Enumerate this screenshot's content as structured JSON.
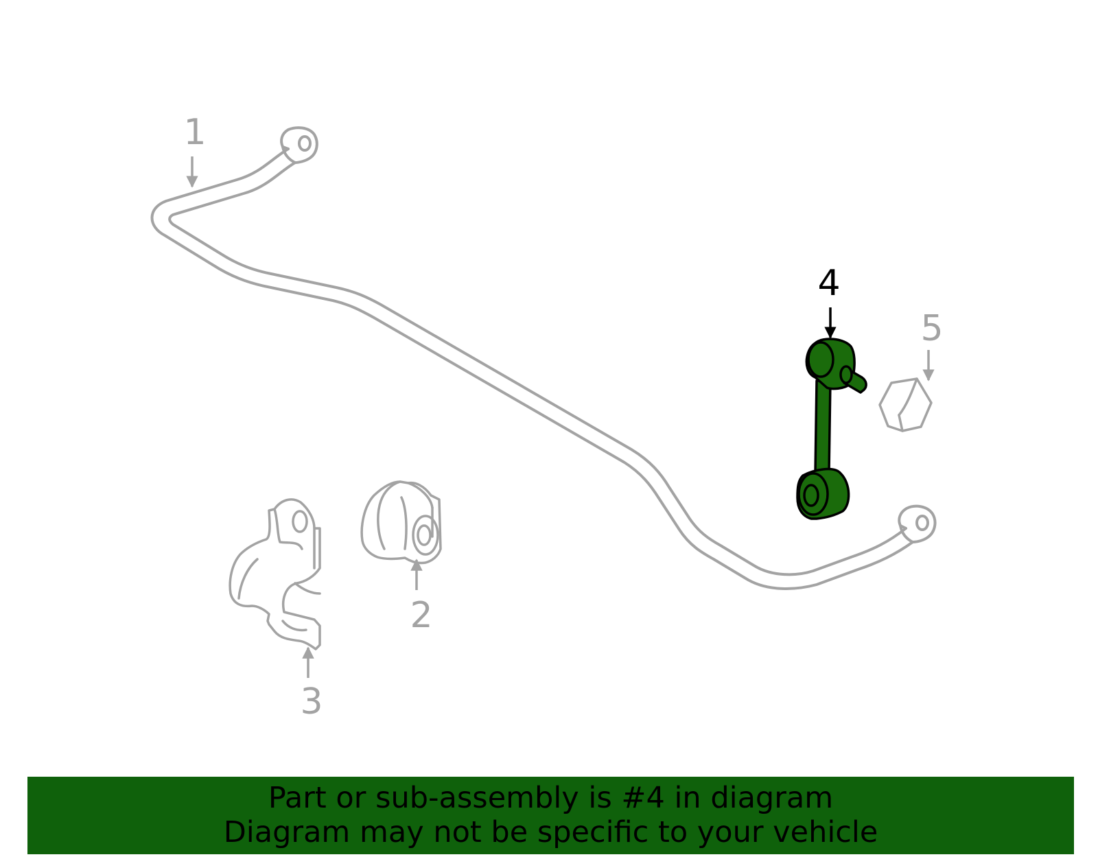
{
  "colors": {
    "outline": "#a3a3a3",
    "highlight_fill": "#1a6b0b",
    "highlight_stroke": "#000000",
    "banner_bg": "#0f610b",
    "banner_text": "#000000"
  },
  "callouts": {
    "c1": "1",
    "c2": "2",
    "c3": "3",
    "c4": "4",
    "c5": "5"
  },
  "parts": [
    {
      "number": "1",
      "highlighted": false
    },
    {
      "number": "2",
      "highlighted": false
    },
    {
      "number": "3",
      "highlighted": false
    },
    {
      "number": "4",
      "highlighted": true
    },
    {
      "number": "5",
      "highlighted": false
    }
  ],
  "banner": {
    "line1": "Part or sub-assembly is #4 in diagram",
    "line2": "Diagram may not be specific to your vehicle"
  }
}
